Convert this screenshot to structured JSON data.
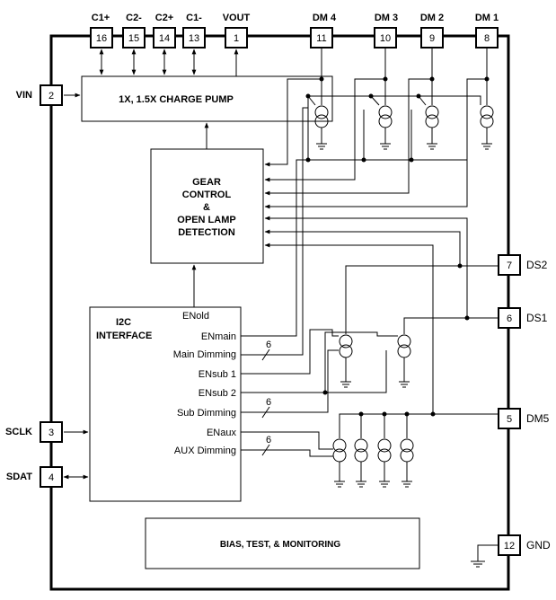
{
  "top_pins": [
    {
      "label": "C1+",
      "num": "16"
    },
    {
      "label": "C2-",
      "num": "15"
    },
    {
      "label": "C2+",
      "num": "14"
    },
    {
      "label": "C1-",
      "num": "13"
    },
    {
      "label": "VOUT",
      "num": "1"
    },
    {
      "label": "DM 4",
      "num": "11"
    },
    {
      "label": "DM 3",
      "num": "10"
    },
    {
      "label": "DM 2",
      "num": "9"
    },
    {
      "label": "DM 1",
      "num": "8"
    }
  ],
  "left_pins": [
    {
      "label": "VIN",
      "num": "2"
    },
    {
      "label": "SCLK",
      "num": "3"
    },
    {
      "label": "SDAT",
      "num": "4"
    }
  ],
  "right_pins": [
    {
      "label": "DS2",
      "num": "7"
    },
    {
      "label": "DS1",
      "num": "6"
    },
    {
      "label": "DM5",
      "num": "5"
    },
    {
      "label": "GND",
      "num": "12"
    }
  ],
  "blocks": {
    "charge_pump": "1X, 1.5X CHARGE PUMP",
    "gear_control": [
      "GEAR",
      "CONTROL",
      "&",
      "OPEN LAMP",
      "DETECTION"
    ],
    "i2c_title": [
      "I2C",
      "INTERFACE"
    ],
    "bias": "BIAS, TEST, & MONITORING"
  },
  "i2c_signals": {
    "enold": "ENold",
    "enmain": "ENmain",
    "main_dimming": "Main Dimming",
    "ensub1": "ENsub 1",
    "ensub2": "ENsub 2",
    "sub_dimming": "Sub Dimming",
    "enaux": "ENaux",
    "aux_dimming": "AUX Dimming"
  },
  "bus_widths": {
    "main": "6",
    "sub": "6",
    "aux": "6"
  }
}
